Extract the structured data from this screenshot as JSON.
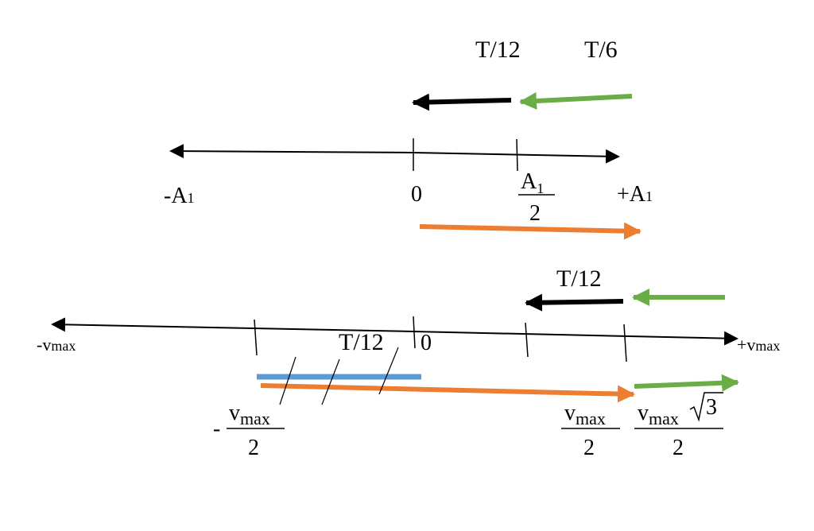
{
  "colors": {
    "black_arrow": "#000000",
    "green_arrow": "#6aac46",
    "orange_arrow": "#ed7d31",
    "blue_bar": "#5b9bd5",
    "axis": "#000000"
  },
  "top_axis": {
    "labels": {
      "neg_amp_main": "-A",
      "neg_amp_sub": "1",
      "zero": "0",
      "half_amp_num_main": "A",
      "half_amp_num_sub": "1",
      "half_amp_den": "2",
      "pos_amp_main": "+A",
      "pos_amp_sub": "1"
    },
    "time_labels": {
      "black": "T/12",
      "green": "T/6"
    }
  },
  "bottom_axis": {
    "labels": {
      "neg_vmax_main": "-v",
      "neg_vmax_sub": "max",
      "zero": "0",
      "pos_vmax_main": "+v",
      "pos_vmax_sub": "max",
      "neg_half_sign": "-",
      "neg_half_num_main": "v",
      "neg_half_num_sub": "max",
      "neg_half_den": "2",
      "pos_half_num_main": "v",
      "pos_half_num_sub": "max",
      "pos_half_den": "2",
      "sqrt3_num_main": "v",
      "sqrt3_num_sub": "max",
      "sqrt3_radicand": "3",
      "sqrt3_den": "2"
    },
    "time_labels": {
      "black": "T/12",
      "hatched": "T/12"
    }
  }
}
